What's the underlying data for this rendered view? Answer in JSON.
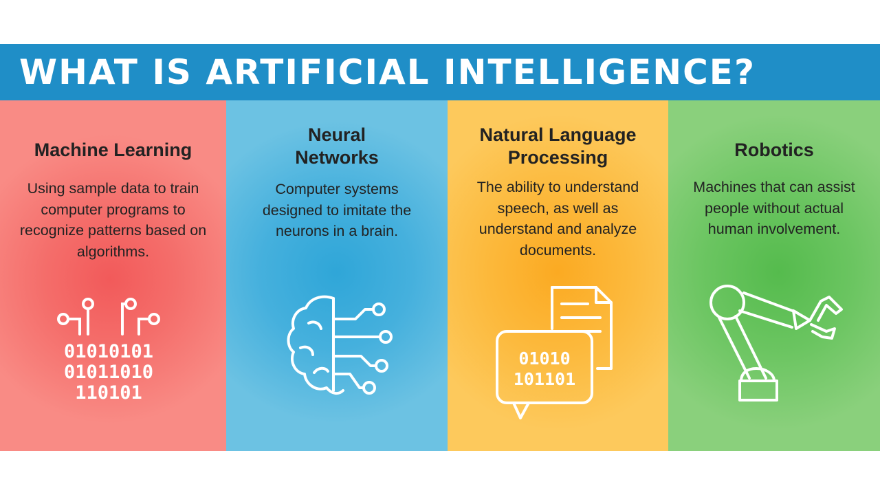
{
  "header": {
    "title": "WHAT IS ARTIFICIAL INTELLIGENCE?"
  },
  "panels": [
    {
      "title": "Machine Learning",
      "description": "Using sample data to train computer programs to recognize patterns based on algorithms.",
      "icon": "circuit-binary-icon",
      "binary_lines": [
        "01010101",
        "01011010",
        "110101"
      ]
    },
    {
      "title": "Neural Networks",
      "description": "Computer systems designed to imitate the neurons in a brain.",
      "icon": "brain-circuit-icon"
    },
    {
      "title": "Natural Language Processing",
      "description": "The ability to understand speech, as well as understand and analyze documents.",
      "icon": "document-speech-bubble-icon",
      "binary_lines": [
        "01010",
        "101101"
      ]
    },
    {
      "title": "Robotics",
      "description": "Machines that can assist people without actual human involvement.",
      "icon": "robot-arm-icon"
    }
  ],
  "colors": {
    "banner": "#1f8ec7",
    "machine_learning": "#f46d6a",
    "neural_networks": "#45b0dd",
    "nlp": "#fcb93c",
    "robotics": "#6bc561"
  }
}
